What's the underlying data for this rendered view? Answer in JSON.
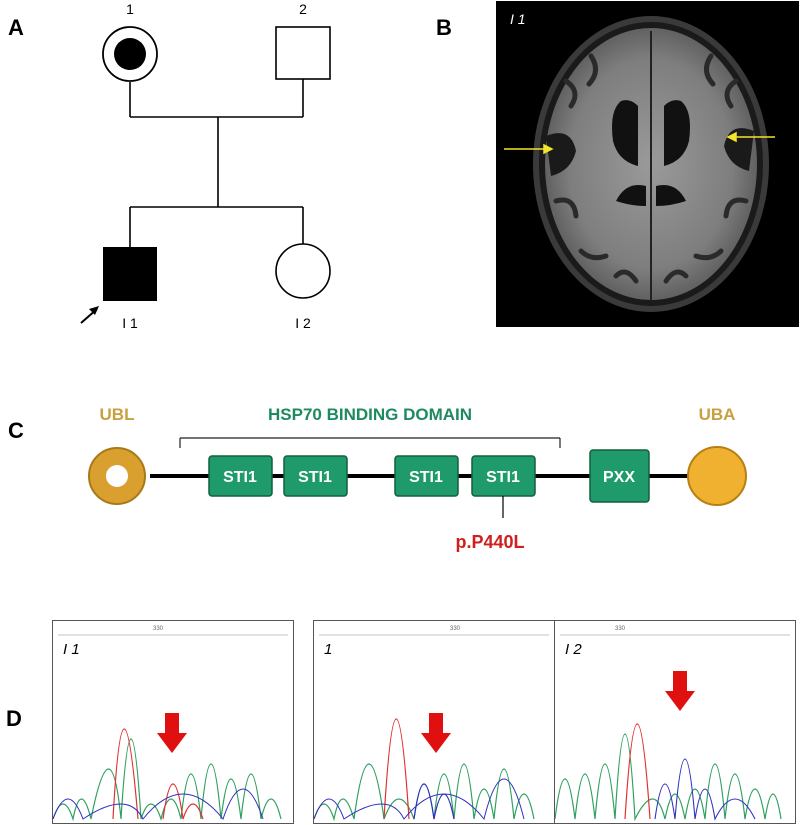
{
  "panels": {
    "a": "A",
    "b": "B",
    "c": "C",
    "d": "D"
  },
  "pedigree": {
    "gen1": [
      {
        "number": "1",
        "sex": "female",
        "status": "carrier"
      },
      {
        "number": "2",
        "sex": "male",
        "status": "unaffected"
      }
    ],
    "gen2": [
      {
        "label": "I 1",
        "sex": "male",
        "status": "affected",
        "proband": true
      },
      {
        "label": "I 2",
        "sex": "female",
        "status": "unaffected"
      }
    ]
  },
  "mri": {
    "label": "I 1"
  },
  "protein": {
    "n_term": "UBL",
    "c_term": "UBA",
    "binding_domain": "HSP70 BINDING DOMAIN",
    "domains": [
      "STI1",
      "STI1",
      "STI1",
      "STI1",
      "PXX"
    ],
    "variant": "p.P440L",
    "colors": {
      "terminal": "#d9a030",
      "terminal_label": "#c8a040",
      "domain": "#1f9a6a",
      "domain_label": "#1e8a60",
      "variant": "#d0201e"
    }
  },
  "chromatograms": [
    {
      "label": "I 1",
      "position": "330"
    },
    {
      "label": "1",
      "position": "330"
    },
    {
      "label": "I 2",
      "position": "330"
    }
  ]
}
